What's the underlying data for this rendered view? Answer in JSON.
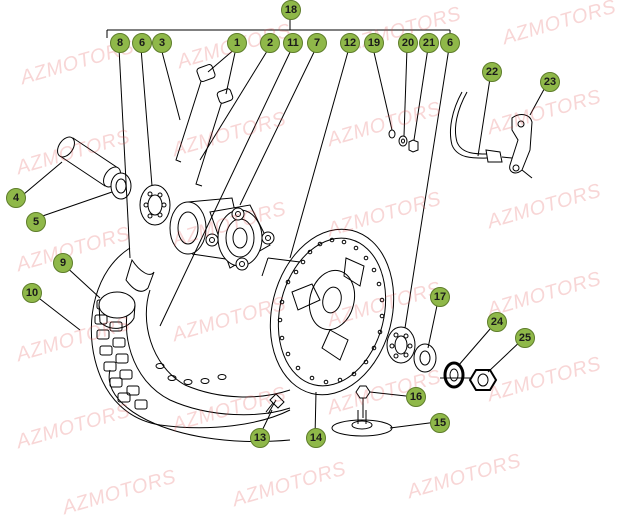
{
  "watermark": {
    "text": "AZMOTORS"
  },
  "callouts": [
    "1",
    "2",
    "3",
    "4",
    "5",
    "6",
    "6",
    "7",
    "8",
    "9",
    "10",
    "11",
    "12",
    "13",
    "14",
    "15",
    "16",
    "17",
    "18",
    "19",
    "20",
    "21",
    "22",
    "23",
    "24",
    "25"
  ],
  "colors": {
    "callout_fill": "#8fb849",
    "callout_border": "#5e7d2a",
    "watermark": "#e14646",
    "line": "#000000"
  }
}
